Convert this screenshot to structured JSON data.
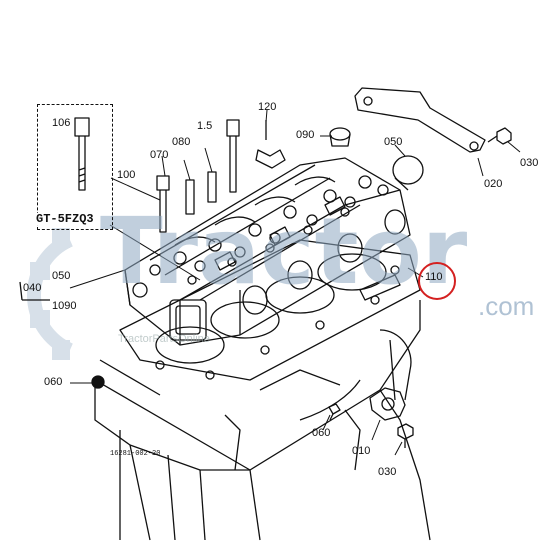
{
  "diagram": {
    "highlight_color": "#d42020",
    "line_color": "#111111",
    "watermark_color": "#8fa9c2",
    "part_labels": {
      "p106": "106",
      "p105": "1.5",
      "p120": "120",
      "p090": "090",
      "p050_top": "050",
      "p030_top": "030",
      "p020": "020",
      "p070": "070",
      "p080": "080",
      "p100": "100",
      "p110": "110",
      "p040": "040",
      "p050_left": "050",
      "p1090": "1090",
      "p060_left": "060",
      "p060_bottom": "060",
      "p010": "010",
      "p030_bottom": "030"
    },
    "kit_code": "GT-5FZQ3",
    "drawing_number": "16281-002-20",
    "watermark": {
      "brand": "Tractor",
      "suffix": ".com",
      "tagline": "TractorPartsOnline"
    }
  }
}
